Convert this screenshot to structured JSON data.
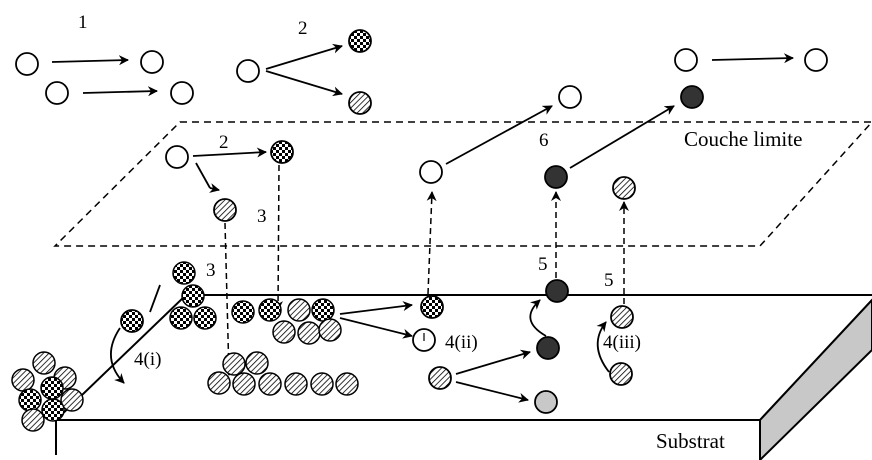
{
  "labels": {
    "step_1": "1",
    "step_2_top": "2",
    "step_2_layer": "2",
    "step_3_left": "3",
    "step_3_right": "3",
    "step_4_i": "4(i)",
    "step_4_ii": "4(ii)",
    "step_4_iii": "4(iii)",
    "step_5_left": "5",
    "step_5_right": "5",
    "step_6": "6",
    "boundary_layer": "Couche limite",
    "substrate": "Substrat"
  },
  "colors": {
    "line": "#000000",
    "open_particle": "#ffffff",
    "dark_particle": "#333333",
    "grey_particle": "#c8c8c8",
    "substrate_side": "#c8c8c8"
  }
}
